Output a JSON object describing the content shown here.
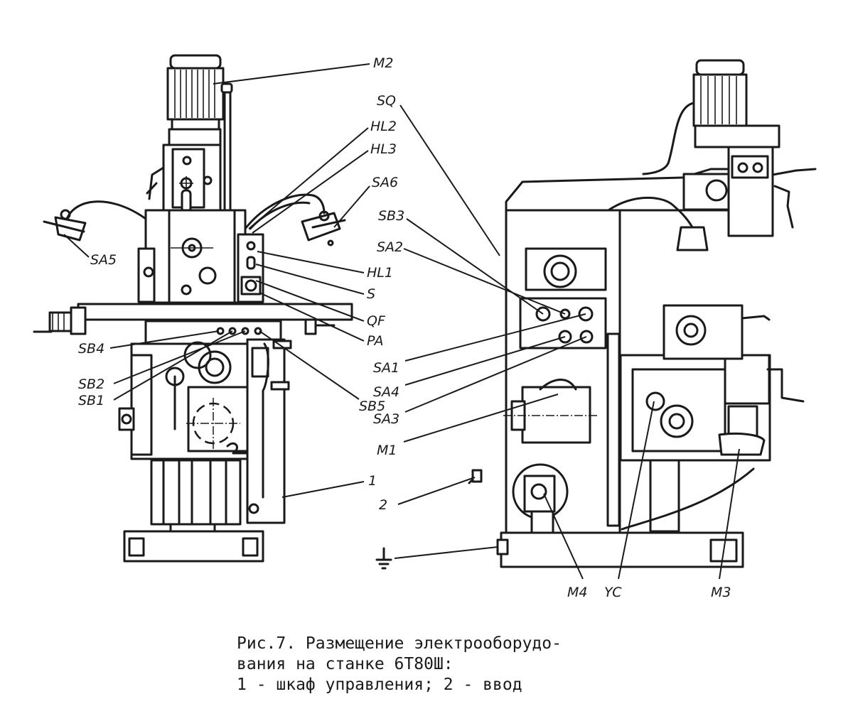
{
  "labels": {
    "m2": "M2",
    "sq": "SQ",
    "hl2": "HL2",
    "hl3": "HL3",
    "sa6": "SA6",
    "sa5": "SA5",
    "hl1": "HL1",
    "s": "S",
    "qf": "QF",
    "pa": "PA",
    "sb3": "SB3",
    "sa2": "SA2",
    "sb4": "SB4",
    "sb2": "SB2",
    "sb1": "SB1",
    "sb5": "SB5",
    "sa1": "SA1",
    "sa4": "SA4",
    "sa3": "SA3",
    "m1": "M1",
    "n1": "1",
    "n2": "2",
    "m4": "M4",
    "yc": "YC",
    "m3": "M3"
  },
  "caption": {
    "line1": "Рис.7. Размещение электрооборудо-",
    "line2": "вания на станке 6Т80Ш:",
    "line3": "1 - шкаф управления; 2 - ввод"
  }
}
